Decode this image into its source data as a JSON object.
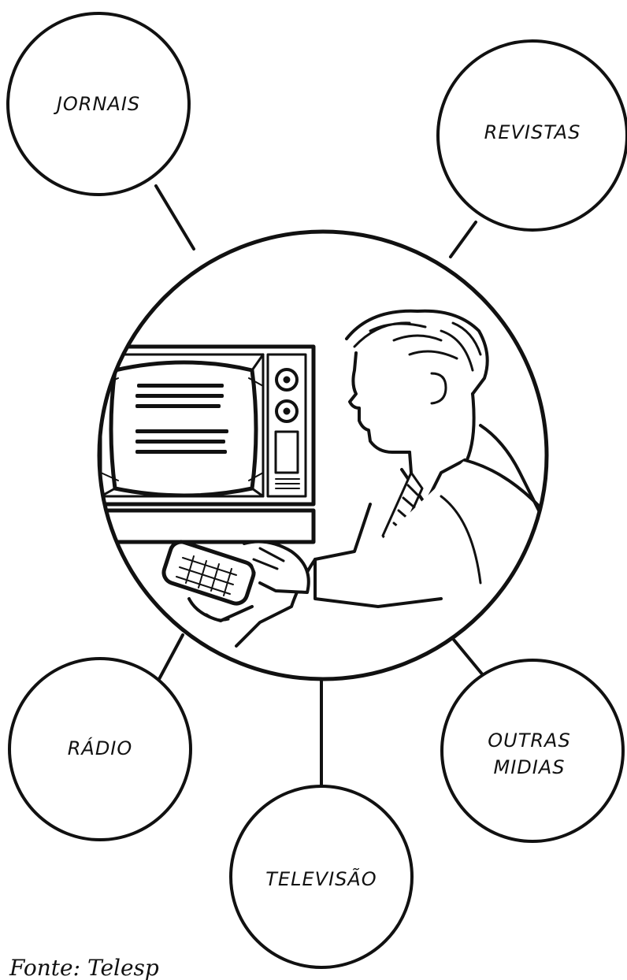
{
  "diagram": {
    "nodes": {
      "jornais": "JORNAIS",
      "revistas": "REVISTAS",
      "radio": "RÁDIO",
      "outras_line1": "OUTRAS",
      "outras_line2": "MIDIAS",
      "televisao": "TELEVISÃO"
    },
    "center_illustration": "man-watching-tv-with-remote-icon",
    "source": "Fonte: Telesp"
  }
}
